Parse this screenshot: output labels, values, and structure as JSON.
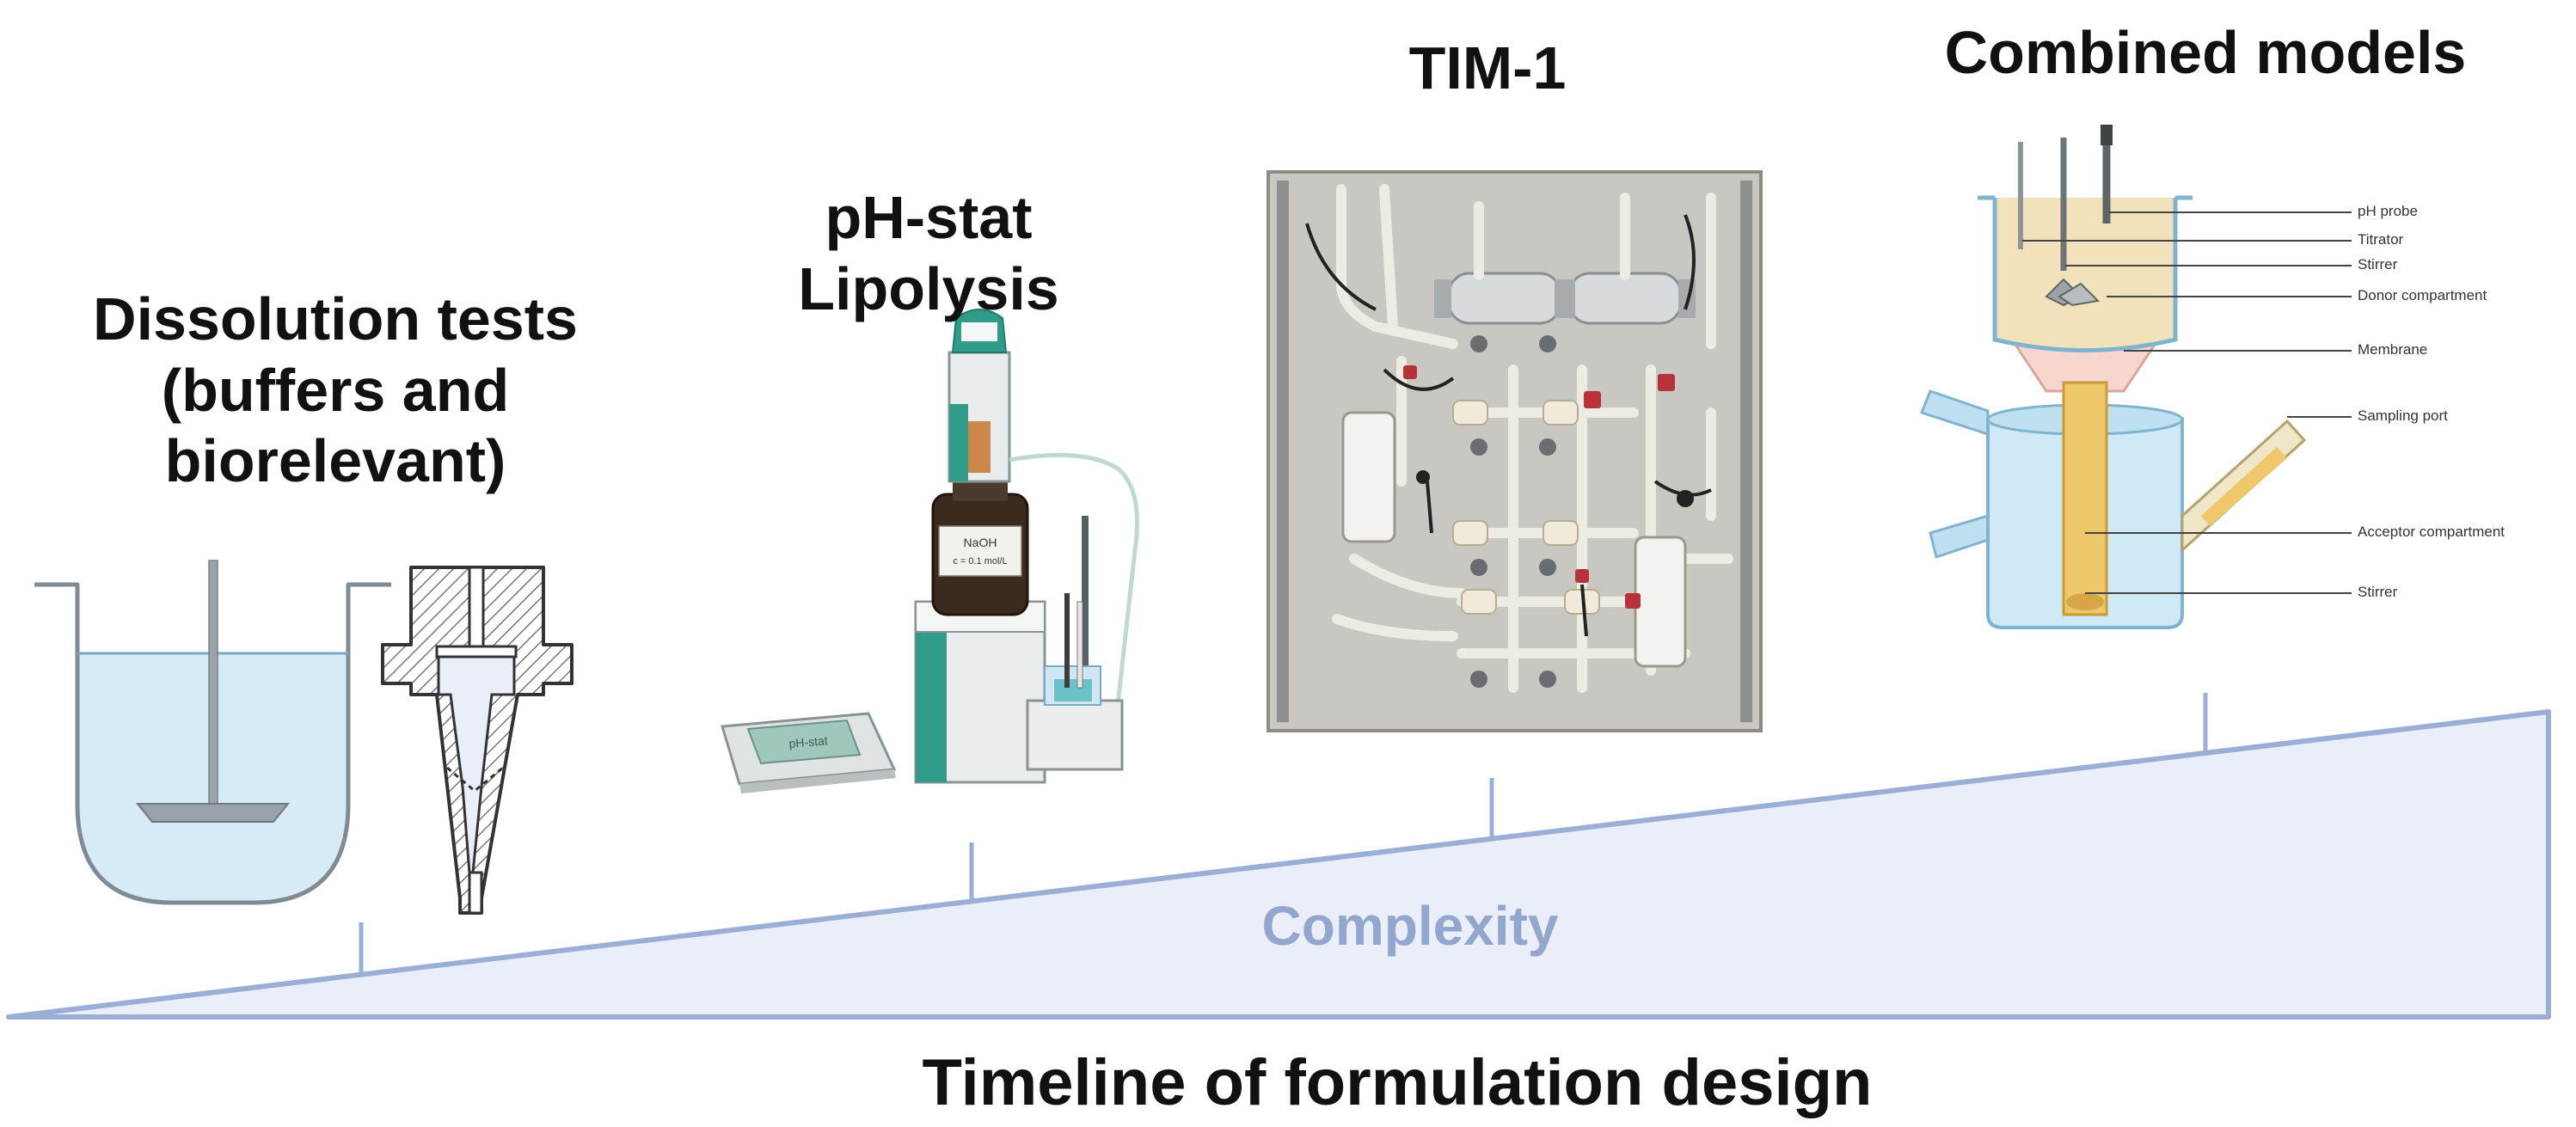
{
  "stages": {
    "dissolution": "Dissolution tests\n(buffers and\nbiorelevant)",
    "phstat": "pH-stat\nLipolysis",
    "tim1": "TIM-1",
    "combined": "Combined models"
  },
  "axis": {
    "complexity": "Complexity",
    "timeline": "Timeline of formulation design"
  },
  "combined_parts": [
    "pH probe",
    "Titrator",
    "Stirrer",
    "Donor compartment",
    "Membrane",
    "Sampling port",
    "Acceptor compartment",
    "Stirrer"
  ],
  "device_text": {
    "bottle_label": "NaOH",
    "bottle_sub": "c = 0.1 mol/L",
    "meter_screen": "pH-stat"
  },
  "colors": {
    "ramp_fill": "#e9eef8",
    "ramp_stroke": "#9bafd6",
    "complexity_text": "#93a6cd",
    "liquid": "#cfe6f3",
    "instrument_green": "#2f9c8a"
  }
}
